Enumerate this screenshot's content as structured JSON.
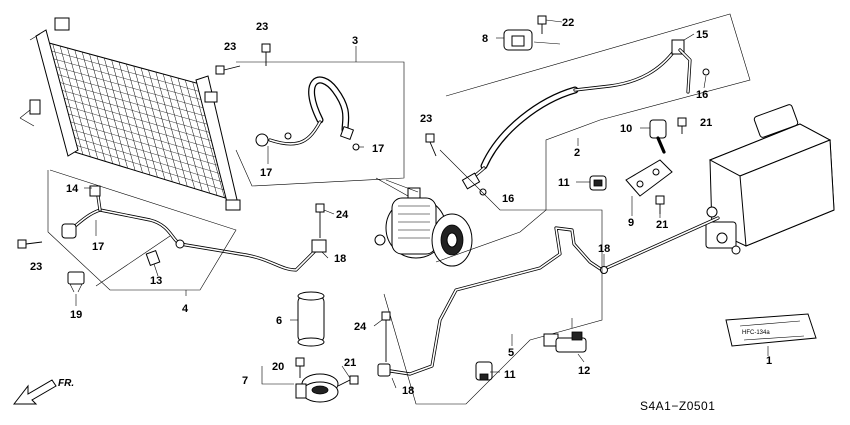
{
  "callouts": {
    "c1": "1",
    "c2": "2",
    "c3": "3",
    "c4": "4",
    "c5": "5",
    "c6": "6",
    "c7": "7",
    "c8": "8",
    "c9": "9",
    "c10": "10",
    "c11a": "11",
    "c11b": "11",
    "c12": "12",
    "c13": "13",
    "c14": "14",
    "c15": "15",
    "c16a": "16",
    "c16b": "16",
    "c17a": "17",
    "c17b": "17",
    "c17c": "17",
    "c18a": "18",
    "c18b": "18",
    "c18c": "18",
    "c19": "19",
    "c20": "20",
    "c21a": "21",
    "c21b": "21",
    "c21c": "21",
    "c22": "22",
    "c23a": "23",
    "c23b": "23",
    "c23c": "23",
    "c24a": "24",
    "c24b": "24"
  },
  "diagram_code": "S4A1−Z0501",
  "direction_label": "FR.",
  "label_plate_text": "HFC-134a",
  "colors": {
    "line": "#000000",
    "background": "#ffffff"
  },
  "icons": [
    "front-direction-arrow-icon"
  ]
}
